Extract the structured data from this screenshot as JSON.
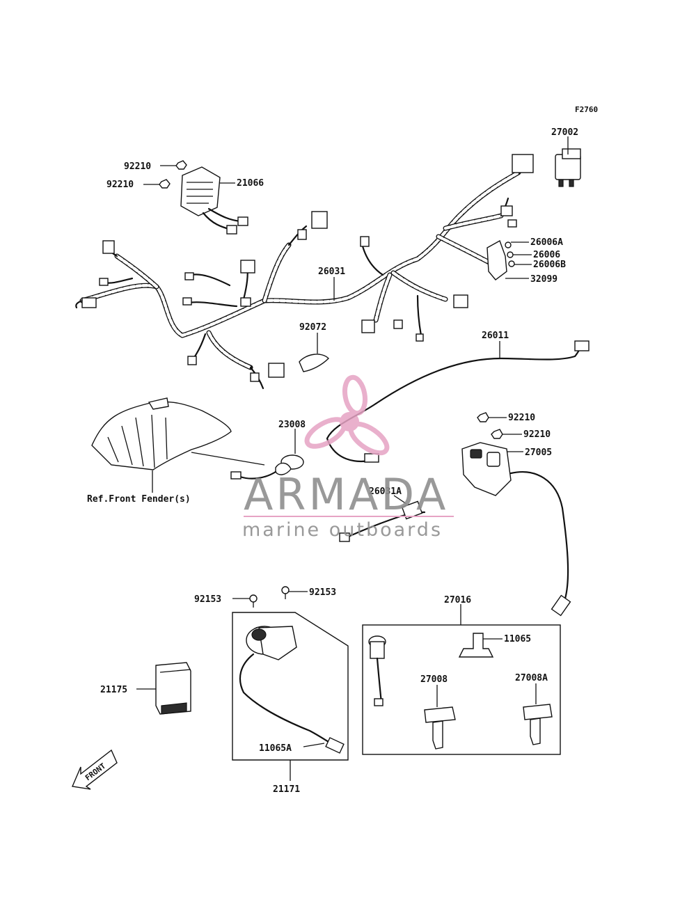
{
  "figure_code": "F2760",
  "labels": {
    "p27002": "27002",
    "p92210a": "92210",
    "p92210b": "92210",
    "p21066": "21066",
    "p26006A": "26006A",
    "p26006": "26006",
    "p26006B": "26006B",
    "p32099": "32099",
    "p26031": "26031",
    "p92072": "92072",
    "p26011": "26011",
    "p92210c": "92210",
    "p92210d": "92210",
    "p27005": "27005",
    "p23008": "23008",
    "ref_front_fender": "Ref.Front Fender(s)",
    "p26031A": "26031A",
    "p92153a": "92153",
    "p92153b": "92153",
    "p27016": "27016",
    "p11065": "11065",
    "p27008": "27008",
    "p27008A": "27008A",
    "p21175": "21175",
    "p11065A": "11065A",
    "p21171": "21171"
  },
  "front_arrow_label": "FRONT",
  "watermark": {
    "brand": "ARMADA",
    "tagline": "marine outboards",
    "logo_color": "#e6a3c4",
    "line_color": "#e6a3c4"
  }
}
